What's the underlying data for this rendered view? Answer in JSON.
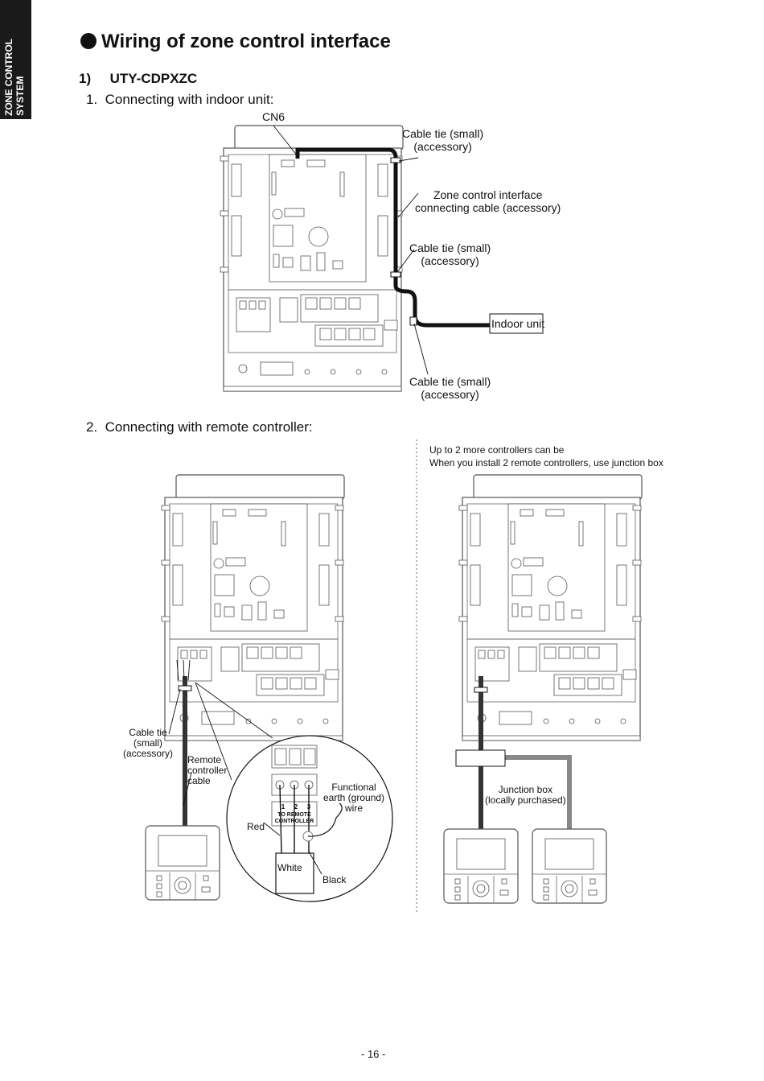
{
  "side_tab": {
    "line1": "ZONE CONTROL",
    "line2": "SYSTEM"
  },
  "title": "Wiring of zone control interface",
  "section": {
    "number": "1)",
    "model": "UTY-CDPXZC"
  },
  "step1": {
    "label": "1.  Connecting with indoor unit:",
    "cn6": "CN6",
    "cable_tie_top": [
      "Cable tie (small)",
      "(accessory)"
    ],
    "connecting_cable": [
      "Zone control interface",
      "connecting cable (accessory)"
    ],
    "cable_tie_mid": [
      "Cable tie (small)",
      "(accessory)"
    ],
    "indoor_unit": "Indoor unit",
    "cable_tie_bottom": [
      "Cable tie (small)",
      "(accessory)"
    ]
  },
  "step2": {
    "label": "2.  Connecting with remote controller:",
    "note": [
      "Up to 2 more controllers can be",
      "When you install 2 remote controllers, use junction box"
    ],
    "cable_tie": [
      "Cable tie",
      "(small)",
      "(accessory)"
    ],
    "remote_cable": [
      "Remote",
      "controller",
      "cable"
    ],
    "functional_earth": [
      "Functional",
      "earth (ground)",
      "wire"
    ],
    "terminal_numbers": [
      "1",
      "2",
      "3"
    ],
    "terminal_label": [
      "TO REMOTE",
      "CONTROLLER"
    ],
    "red": "Red",
    "white": "White",
    "black": "Black",
    "junction_box": [
      "Junction box",
      "(locally purchased)"
    ]
  },
  "page_number": "- 16 -"
}
